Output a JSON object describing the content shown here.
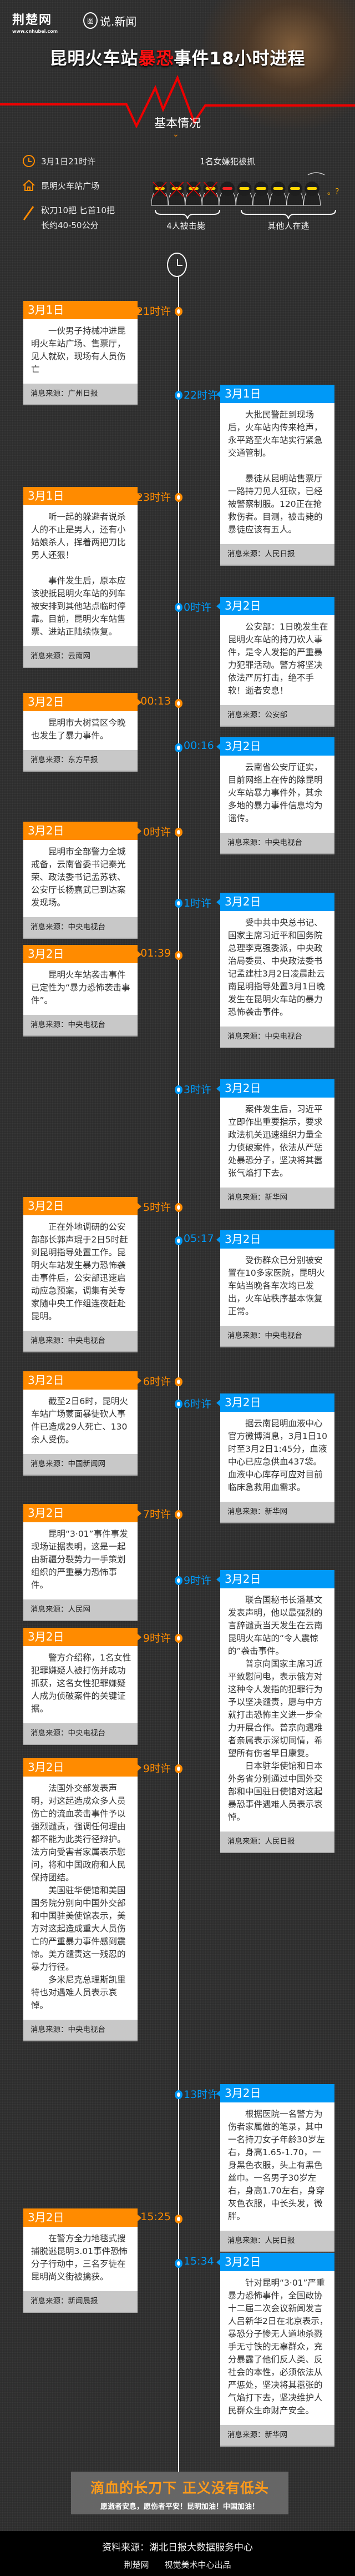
{
  "header": {
    "logo_name": "荆楚网",
    "logo_url": "www.cnhubei.com",
    "logo2_mark": "图",
    "logo2_text": "说.新闻",
    "title_pre": "昆明火车站",
    "title_red": "暴恐",
    "title_post": "事件18小时进程"
  },
  "basic": {
    "heading": "基本情况",
    "time": "3月1日21时许",
    "place": "昆明火车站广场",
    "weapons_1": "砍刀10把 匕首10把",
    "weapons_2": "长约40-50公分",
    "female_caught": "1名女嫌犯被抓",
    "killed": "4人被击毙",
    "fleeing": "其他人在逃",
    "question": "。？",
    "figures_total": 10,
    "figures_killed": 4,
    "figures_caught": 1
  },
  "events": [
    {
      "side": "L",
      "date": "3月1日",
      "time": "21时许",
      "paragraphs": [
        "一伙男子持械冲进昆明火车站广场、售票厅，见人就砍，现场有人员伤亡"
      ],
      "source": "消息来源：广州日报"
    },
    {
      "side": "R",
      "date": "3月1日",
      "time": "22时许",
      "paragraphs": [
        "大批民警赶到现场后，火车站内传来枪声，永平路至火车站实行紧急交通管制。",
        "暴徒从昆明站售票厅一路持刀见人狂砍，已经被警察制服。120正在抢救伤者。目测，被击毙的暴徒应该有五人。"
      ],
      "source": "消息来源：人民日报"
    },
    {
      "side": "L",
      "date": "3月1日",
      "time": "23时许",
      "paragraphs": [
        "听一起的躲避者说杀人的不止是男人，还有小姑娘杀人，挥着两把刀比男人还狠！",
        "事件发生后，原本应该驶抵昆明火车站的列车被安排到其他站点临时停靠。目前，昆明火车站售票、进站正陆续恢复。"
      ],
      "source": "消息来源：云南网"
    },
    {
      "side": "R",
      "date": "3月2日",
      "time": "0时许",
      "paragraphs": [
        "公安部：1日晚发生在昆明火车站的持刀砍人事件，是令人发指的严重暴力犯罪活动。警方将坚决依法严厉打击，绝不手软！逝者安息！"
      ],
      "source": "消息来源：公安部"
    },
    {
      "side": "L",
      "date": "3月2日",
      "time": "00:13",
      "paragraphs": [
        "昆明市大树营区今晚也发生了暴力事件。"
      ],
      "source": "消息来源：东方早报"
    },
    {
      "side": "R",
      "date": "3月2日",
      "time": "00:16",
      "paragraphs": [
        "云南省公安厅证实，目前网络上在传的除昆明火车站暴力事件外，其余多地的暴力事件信息均为谣传。"
      ],
      "source": "消息来源：中央电视台"
    },
    {
      "side": "L",
      "date": "3月2日",
      "time": "0时许",
      "paragraphs": [
        "昆明市全部警力全城戒备，云南省委书记秦光荣、政法委书记孟苏铁、公安厅长杨嘉武已到达案发现场。"
      ],
      "source": "消息来源：中央电视台"
    },
    {
      "side": "R",
      "date": "3月2日",
      "time": "1时许",
      "paragraphs": [
        "受中共中央总书记、国家主席习近平和国务院总理李克强委派，中央政治局委员、中央政法委书记孟建柱3月2日凌晨赴云南昆明指导处置3月1日晚发生在昆明火车站的暴力恐怖袭击事件。"
      ],
      "source": "消息来源：中央电视台"
    },
    {
      "side": "L",
      "date": "3月2日",
      "time": "01:39",
      "paragraphs": [
        "昆明火车站袭击事件已定性为“暴力恐怖袭击事件”。"
      ],
      "source": "消息来源：中央电视台"
    },
    {
      "side": "R",
      "date": "3月2日",
      "time": "3时许",
      "paragraphs": [
        "案件发生后，习近平立即作出重要指示，要求政法机关迅速组织力量全力侦破案件，依法从严惩处暴恐分子，坚决将其嚣张气焰打下去。"
      ],
      "source": "消息来源：新华网"
    },
    {
      "side": "L",
      "date": "3月2日",
      "time": "5时许",
      "paragraphs": [
        "正在外地调研的公安部部长郭声琨于2日5时赶到昆明指导处置工作。昆明火车站发生暴力恐怖袭击事件后，公安部迅速启动应急预案，调集有关专家随中央工作组连夜赶赴昆明。"
      ],
      "source": "消息来源：中央电视台"
    },
    {
      "side": "R",
      "date": "3月2日",
      "time": "05:17",
      "paragraphs": [
        "受伤群众已分别被安置在10多家医院，昆明火车站当晚各车次均已发出，火车站秩序基本恢复正常。"
      ],
      "source": "消息来源：中央电视台"
    },
    {
      "side": "L",
      "date": "3月2日",
      "time": "6时许",
      "paragraphs": [
        "截至2日6时，昆明火车站广场蒙面暴徒砍人事件已造成29人死亡、130余人受伤。"
      ],
      "source": "消息来源：中国新闻网"
    },
    {
      "side": "R",
      "date": "3月2日",
      "time": "6时许",
      "paragraphs": [
        "据云南昆明血液中心官方微博消息，3月1日10时至3月2日1:45分，血液中心已应急供血437袋。血液中心库存可应对目前临床急救用血需求。"
      ],
      "source": "消息来源：新华网"
    },
    {
      "side": "L",
      "date": "3月2日",
      "time": "7时许",
      "paragraphs": [
        "昆明“3·01”事件事发现场证据表明，这是一起由新疆分裂势力一手策划组织的严重暴力恐怖事件。"
      ],
      "source": "消息来源：人民网"
    },
    {
      "side": "R",
      "date": "3月2日",
      "time": "9时许",
      "paragraphs": [
        "联合国秘书长潘基文发表声明，他以最强烈的言辞谴责当天发生在云南昆明火车站的“令人震惊的”袭击事件。",
        "普京向国家主席习近平致慰问电，表示俄方对这种令人发指的犯罪行为予以坚决谴责，愿与中方就打击恐怖主义进一步全力开展合作。普京向遇难者亲属表示深切同情，希望所有伤者早日康复。",
        "日本驻华使馆和日本外务省分别通过中国外交部和中国驻日使馆对这起暴恐事件遇难人员表示哀悼。"
      ],
      "source": "消息来源：人民日报"
    },
    {
      "side": "L",
      "date": "3月2日",
      "time": "9时许",
      "paragraphs": [
        "警方介绍称，1名女性犯罪嫌疑人被打伤并成功抓获，这名女性犯罪嫌疑人成为侦破案件的关键证据。"
      ],
      "source": "消息来源：中央电视台"
    },
    {
      "side": "L",
      "date": "3月2日",
      "time": "9时许",
      "paragraphs": [
        "法国外交部发表声明，对这起造成众多人员伤亡的流血袭击事件予以强烈谴责，强调任何理由都不能为此类行径辩护。法方向受害者家属表示慰问，将和中国政府和人民保持团结。",
        "美国驻华使馆和美国国务院分别向中国外交部和中国驻美使馆表示，美方对这起造成重大人员伤亡的严重暴力事件感到震惊。美方谴责这一残忍的暴力行径。",
        "多米尼克总理斯凯里特也对遇难人员表示哀悼。"
      ],
      "source": "消息来源：中央电视台"
    },
    {
      "side": "R",
      "date": "3月2日",
      "time": "13时许",
      "paragraphs": [
        "根据医院一名警方为伤者家属做的笔录，其中一名持刀女子年龄30岁左右，身高1.65-1.70，一身黑色衣服，头上有黑色丝巾。一名男子30岁左右，身高1.70左右，身穿灰色衣服，中长头发，微胖。"
      ],
      "source": "消息来源：人民日报"
    },
    {
      "side": "L",
      "date": "3月2日",
      "time": "15:25",
      "paragraphs": [
        "在警方全力地毯式搜捕脱逃昆明3.01事件恐怖分子行动中，三名歹徒在昆明尚义街被擒获。"
      ],
      "source": "消息来源：新闻晨报"
    },
    {
      "side": "R",
      "date": "3月2日",
      "time": "15:34",
      "paragraphs": [
        "针对昆明“3·01”严重暴力恐怖事件，全国政协十二届二次会议新闻发言人吕新华2日在北京表示，暴恐分子惨无人道地杀戮手无寸铁的无辜群众，充分暴露了他们反人类、反社会的本性，必须依法从严惩处，坚决将其嚣张的气焰打下去，坚决维护人民群众生命财产安全。"
      ],
      "source": "消息来源：新华网"
    }
  ],
  "slogan": {
    "main": "滴血的长刀下  正义没有低头",
    "sub": "愿逝者安息，愿伤者平安！昆明加油！中国加油！"
  },
  "footer": {
    "source": "资料来源：湖北日报大数据服务中心",
    "brand": "荆楚网",
    "credit": "视觉美术中心出品"
  },
  "colors": {
    "orange": "#ff8b00",
    "blue": "#0099f7",
    "red": "#ff1010"
  }
}
